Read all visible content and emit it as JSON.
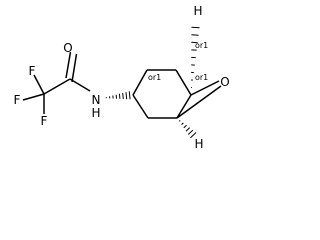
{
  "molecule": {
    "atoms": {
      "O_carbonyl": "O",
      "F_top": "F",
      "F_left": "F",
      "F_bottom": "F",
      "N": "N",
      "H_amide": "H",
      "O_epoxide": "O",
      "H_top": "H",
      "H_bottom": "H"
    },
    "stereo_labels": {
      "c3": "or1",
      "c1": "or1",
      "c6": "or1"
    }
  }
}
